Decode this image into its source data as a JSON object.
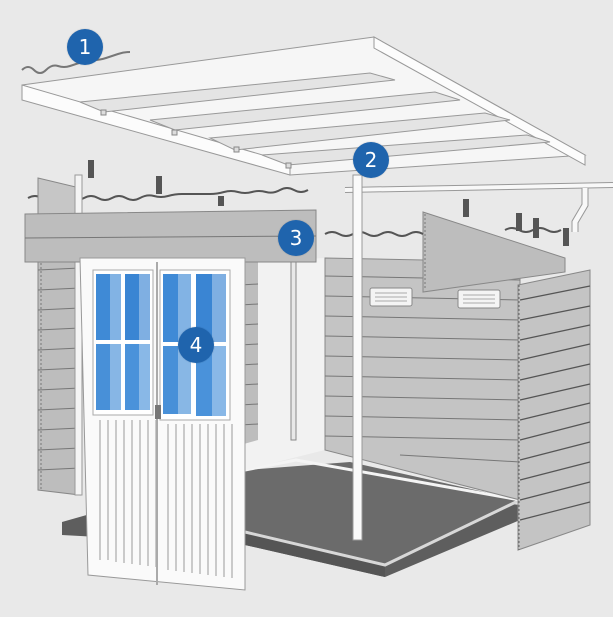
{
  "diagram": {
    "subject": "garden shed exploded assembly illustration",
    "colors": {
      "background": "#e9e9e9",
      "callout": "#1f64ad",
      "callout_text": "#ffffff",
      "wall_panel": "#bdbdbd",
      "floor": "#6b6b6b",
      "frame_white": "#f8f8f8",
      "glass_blue": "#3f8ad6"
    },
    "callouts": [
      {
        "number": "1",
        "component": "roof panel"
      },
      {
        "number": "2",
        "component": "support post"
      },
      {
        "number": "3",
        "component": "front header beam"
      },
      {
        "number": "4",
        "component": "double glazed door"
      }
    ]
  }
}
